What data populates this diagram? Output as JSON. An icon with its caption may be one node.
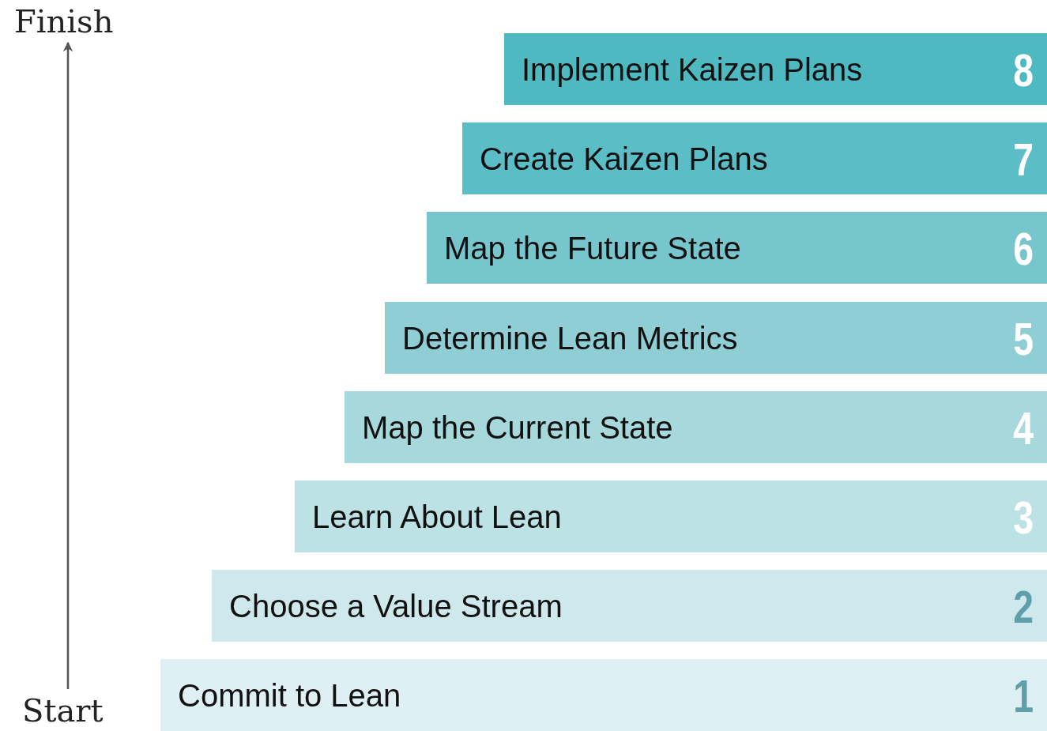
{
  "diagram": {
    "nodes": [
      {
        "text": [
          "Finish"
        ]
      },
      {
        "text": [
          "Implement Kaizen Plans",
          "8"
        ]
      },
      {
        "text": [
          "Create Kaizen Plans",
          "7"
        ]
      },
      {
        "text": [
          "Map the Future State",
          "6"
        ]
      },
      {
        "text": [
          "Determine Lean Metrics",
          "5"
        ]
      },
      {
        "text": [
          "Map the Current State",
          "4"
        ]
      },
      {
        "text": [
          "Learn About Lean",
          "3"
        ]
      },
      {
        "text": [
          "Choose a Value Stream",
          "2"
        ]
      },
      {
        "text": [
          "Commit to Lean",
          "1"
        ]
      },
      {
        "text": [
          "Start"
        ]
      }
    ],
    "edges": [
      {
        "from": 9,
        "to": 0,
        "arrow": "to"
      }
    ]
  }
}
